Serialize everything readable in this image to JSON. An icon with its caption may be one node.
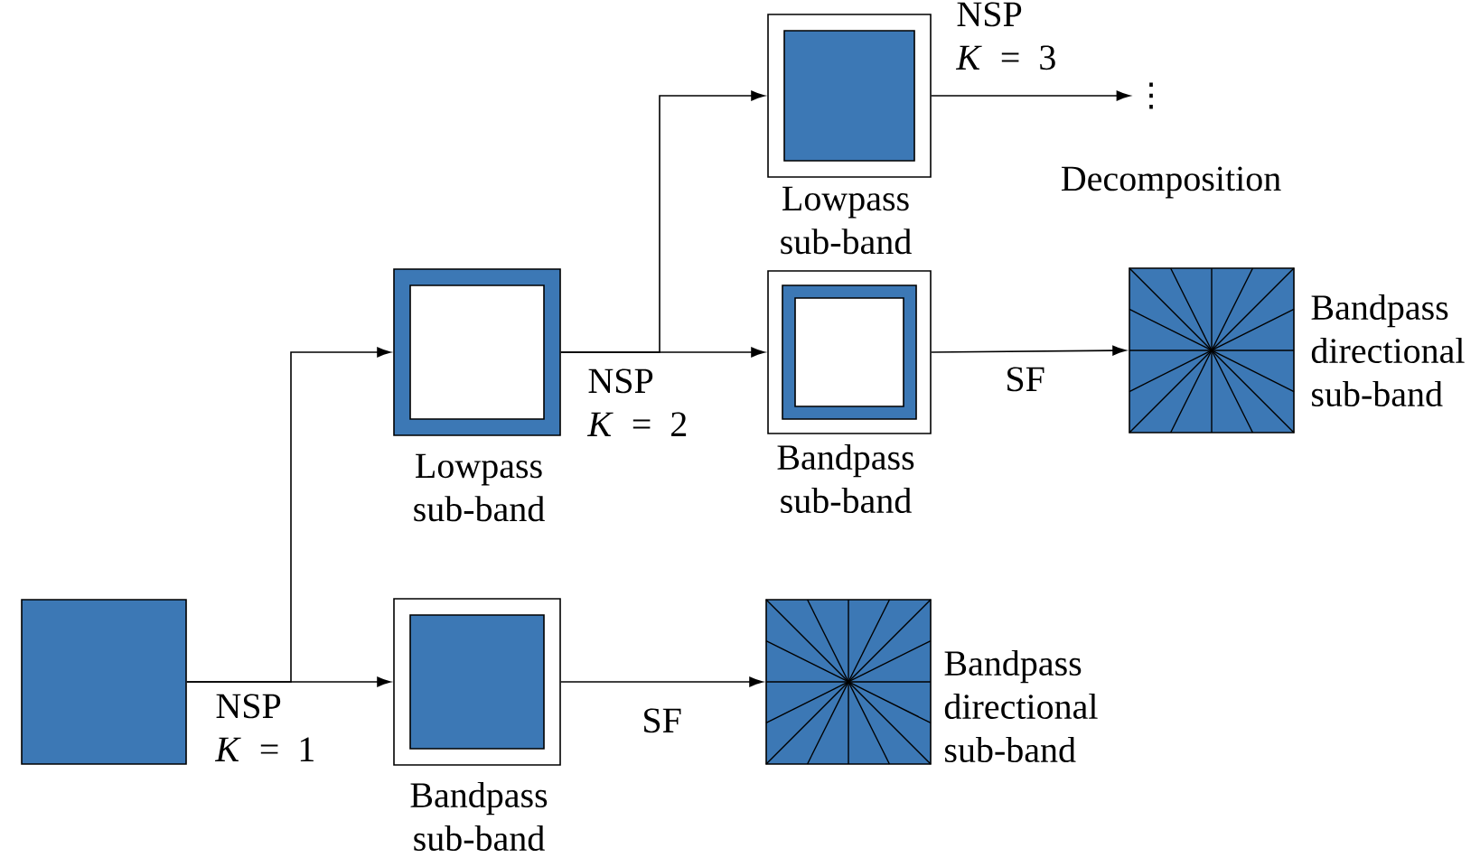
{
  "diagram": {
    "nodes": [
      {
        "text": [],
        "shape": "box"
      },
      {
        "text": [
          "Lowpass sub-band"
        ]
      },
      {
        "text": [
          "Bandpass sub-band"
        ]
      },
      {
        "text": [
          "Bandpass directional sub-band"
        ]
      },
      {
        "text": [
          "Lowpass sub-band"
        ]
      },
      {
        "text": [
          "Bandpass sub-band"
        ]
      },
      {
        "text": [
          "Bandpass directional sub-band"
        ]
      },
      {
        "text": [
          "⋮"
        ]
      }
    ],
    "edges": [
      {
        "from": 0,
        "to": 1,
        "arrow": "to"
      },
      {
        "from": 0,
        "to": 2,
        "arrow": "to",
        "label": "NSP *K* = 1"
      },
      {
        "from": 1,
        "to": 4,
        "arrow": "to"
      },
      {
        "from": 1,
        "to": 5,
        "arrow": "to",
        "label": "NSP *K* = 2"
      },
      {
        "from": 4,
        "to": 7,
        "arrow": "to",
        "label": "NSP *K* = 3"
      },
      {
        "from": 2,
        "to": 3,
        "arrow": "to",
        "label": "SF"
      },
      {
        "from": 5,
        "to": 6,
        "arrow": "to",
        "label": "SF"
      }
    ],
    "labels": [
      "Decomposition"
    ]
  }
}
